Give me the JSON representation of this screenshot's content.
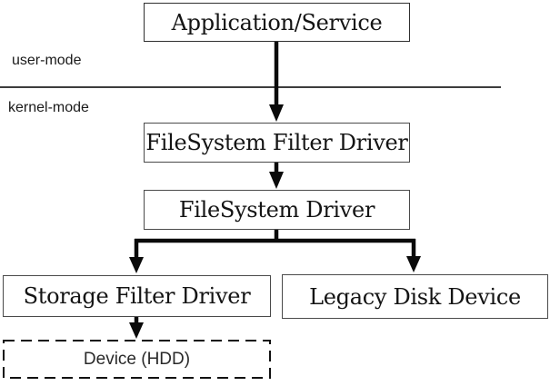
{
  "modes": {
    "user": "user-mode",
    "kernel": "kernel-mode"
  },
  "nodes": {
    "application": {
      "label": "Application/Service"
    },
    "fs_filter": {
      "label": "FileSystem Filter Driver"
    },
    "fs_driver": {
      "label": "FileSystem Driver"
    },
    "storage_filter": {
      "label": "Storage Filter Driver"
    },
    "legacy_disk": {
      "label": "Legacy Disk Device"
    },
    "device_hdd": {
      "label": "Device (HDD)"
    }
  },
  "edges": [
    {
      "from": "application",
      "to": "fs_filter"
    },
    {
      "from": "fs_filter",
      "to": "fs_driver"
    },
    {
      "from": "fs_driver",
      "to": "storage_filter"
    },
    {
      "from": "fs_driver",
      "to": "legacy_disk"
    },
    {
      "from": "storage_filter",
      "to": "device_hdd"
    }
  ],
  "colors": {
    "background": "#ffffff",
    "box_border": "#4a4a4a",
    "dashed_border": "#111111",
    "arrow": "#0a0a0a",
    "divider": "#3d3d3d",
    "text": "#141414"
  }
}
